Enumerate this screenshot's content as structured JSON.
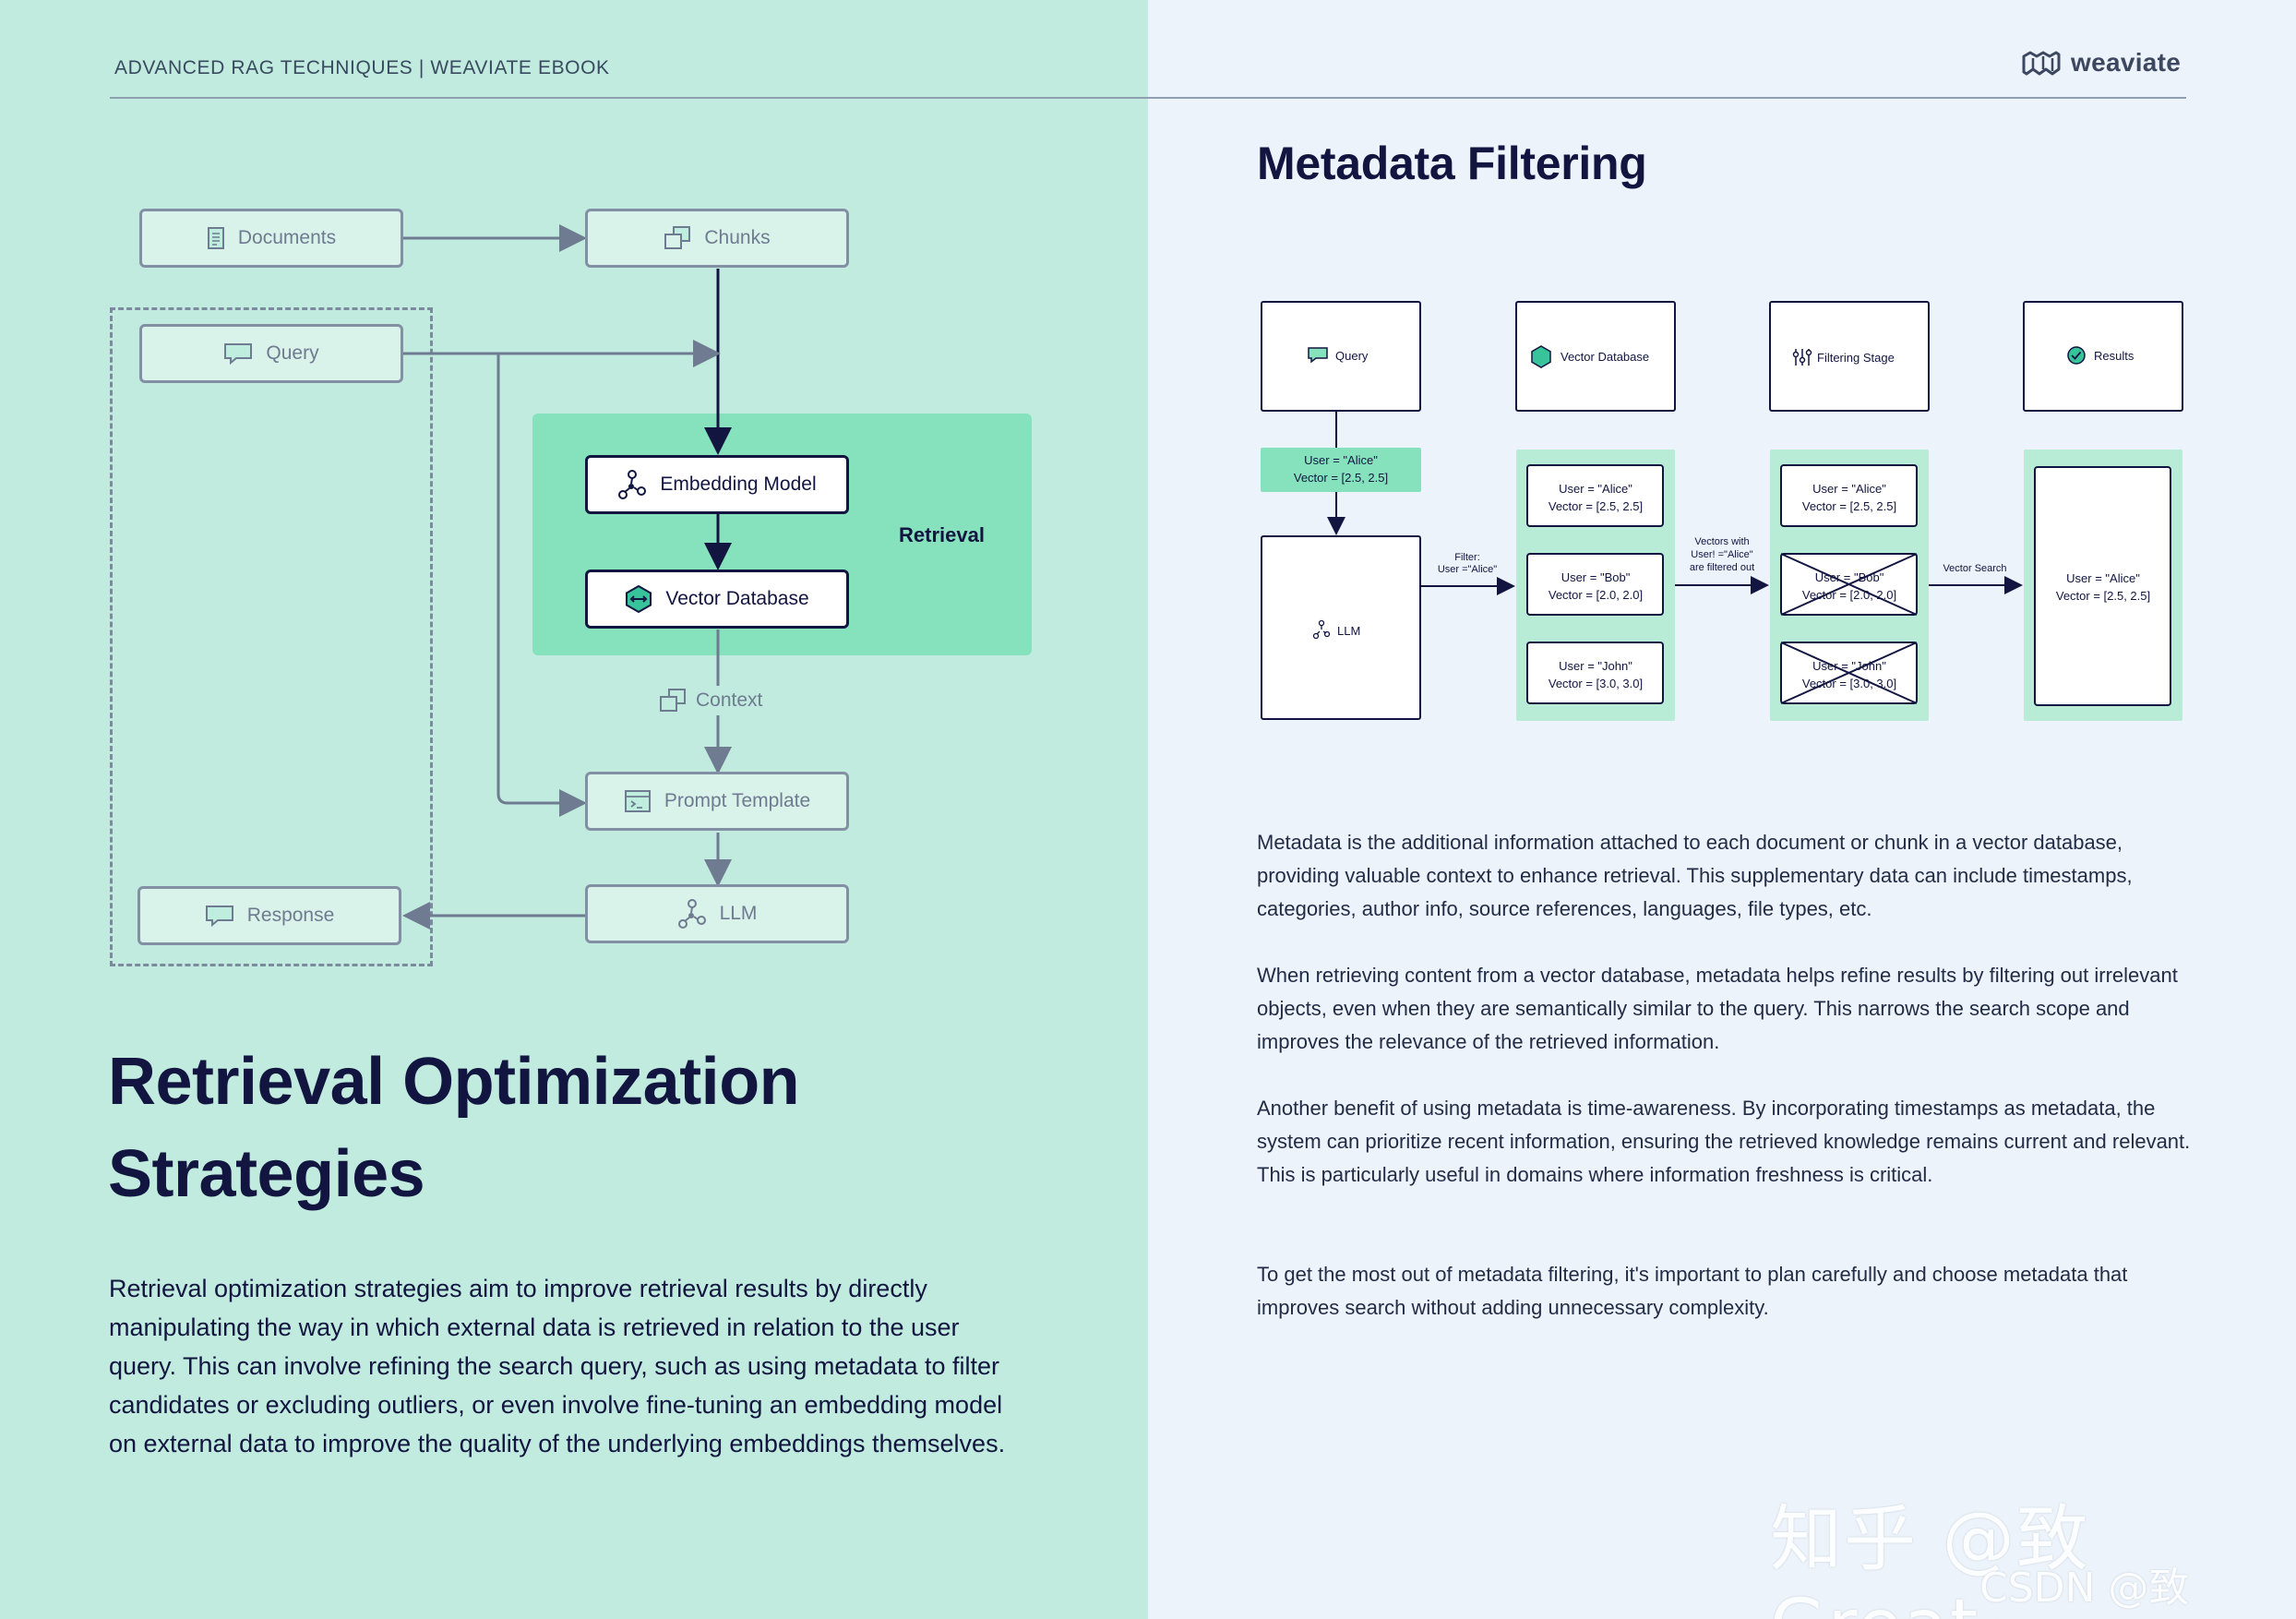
{
  "header": {
    "label": "ADVANCED RAG TECHNIQUES | WEAVIATE EBOOK",
    "logo": "weaviate"
  },
  "left_diagram": {
    "documents": "Documents",
    "chunks": "Chunks",
    "query": "Query",
    "embedding_model": "Embedding Model",
    "vector_database": "Vector Database",
    "retrieval": "Retrieval",
    "context": "Context",
    "prompt_template": "Prompt Template",
    "response": "Response",
    "llm": "LLM"
  },
  "left": {
    "title_line1": "Retrieval Optimization",
    "title_line2": "Strategies",
    "paragraph": "Retrieval optimization strategies aim to improve retrieval results by directly manipulating the way in which external data is retrieved in relation to the user query. This can involve refining the search query, such as using metadata to filter candidates or excluding outliers, or even involve fine-tuning an embedding model on external data to improve the quality of the underlying embeddings themselves."
  },
  "right": {
    "title": "Metadata Filtering",
    "paragraphs": [
      "Metadata is the additional information attached to each document or chunk in a vector database, providing valuable context to enhance retrieval. This supplementary data can include timestamps, categories, author info, source references, languages, file types, etc.",
      "When retrieving content from a vector database, metadata helps refine results by filtering out irrelevant objects, even when they are semantically similar to the query. This narrows the search scope and improves the relevance of the retrieved information.",
      "Another benefit of using metadata is time-awareness. By incorporating timestamps as metadata, the system can prioritize recent information, ensuring the retrieved knowledge remains current and relevant. This is particularly useful in domains where information freshness is critical.",
      "To get the most out of metadata filtering, it's important to plan carefully and choose metadata that improves search without adding unnecessary complexity."
    ]
  },
  "right_diagram": {
    "query": "Query",
    "vector_database": "Vector Database",
    "filtering_stage": "Filtering Stage",
    "results": "Results",
    "query_user": "User = \"Alice\"",
    "query_vector": "Vector = [2.5, 2.5]",
    "llm": "LLM",
    "filter_line1": "Filter:",
    "filter_line2": "User =\"Alice\"",
    "vectors_line1": "Vectors with",
    "vectors_line2": "User! =\"Alice\"",
    "vectors_line3": "are filtered out",
    "vector_search": "Vector Search",
    "db_items": [
      {
        "user": "User = \"Alice\"",
        "vector": "Vector = [2.5, 2.5]"
      },
      {
        "user": "User = \"Bob\"",
        "vector": "Vector = [2.0, 2.0]"
      },
      {
        "user": "User = \"John\"",
        "vector": "Vector = [3.0, 3.0]"
      }
    ],
    "result_user": "User = \"Alice\"",
    "result_vector": "Vector = [2.5, 2.5]"
  },
  "watermark": {
    "line1": "知乎 @致Great",
    "line2": "CSDN @致Great"
  },
  "colors": {
    "left_bg": "#c1ebde",
    "right_bg": "#edf3fb",
    "retrieval_bg": "#86e2bc",
    "navy": "#111540"
  }
}
